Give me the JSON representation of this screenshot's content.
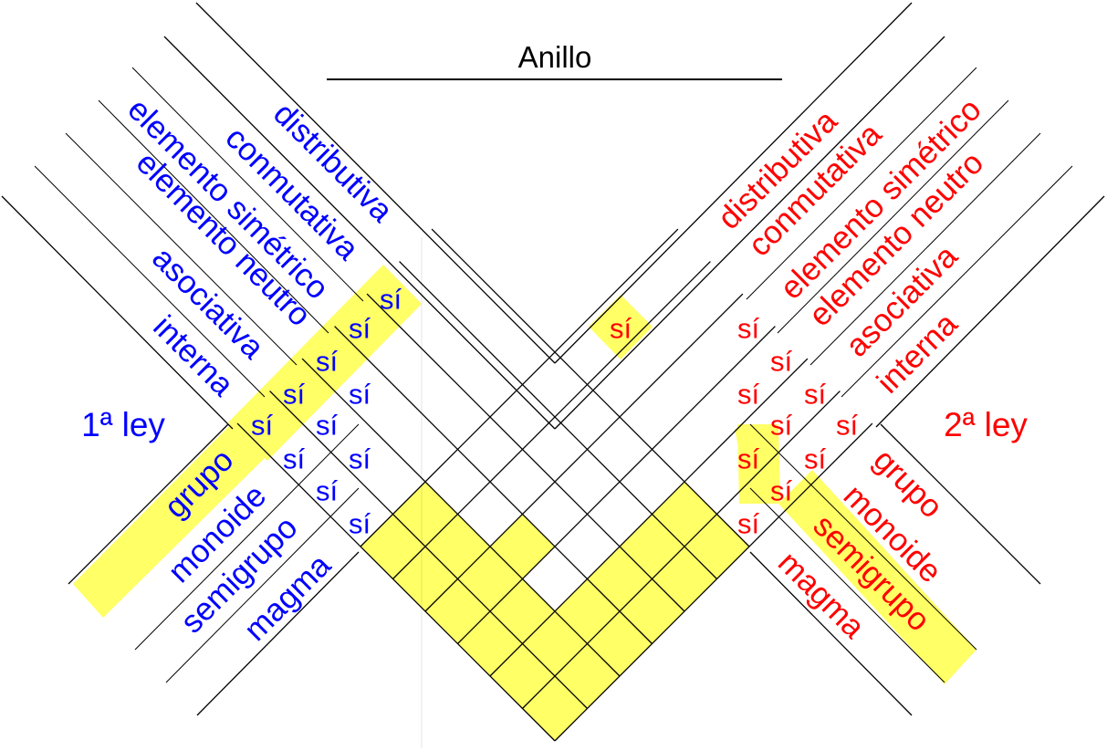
{
  "title": "Anillo",
  "colors": {
    "first_law": "#0000ff",
    "second_law": "#ff0000",
    "highlight": "#ffff66",
    "line": "#000000"
  },
  "first_law": {
    "label": "1ª ley",
    "properties": [
      "distributiva",
      "conmutativa",
      "elemento simétrico",
      "elemento neutro",
      "asociativa",
      "interna"
    ],
    "structures": [
      "grupo",
      "monoide",
      "semigrupo",
      "magma"
    ],
    "highlighted_structure": "grupo",
    "yes_label": "sí"
  },
  "second_law": {
    "label": "2ª ley",
    "properties": [
      "distributiva",
      "conmutativa",
      "elemento simétrico",
      "elemento neutro",
      "asociativa",
      "interna"
    ],
    "structures": [
      "grupo",
      "monoide",
      "semigrupo",
      "magma"
    ],
    "highlighted_structure": "semigrupo",
    "yes_label": "sí"
  }
}
